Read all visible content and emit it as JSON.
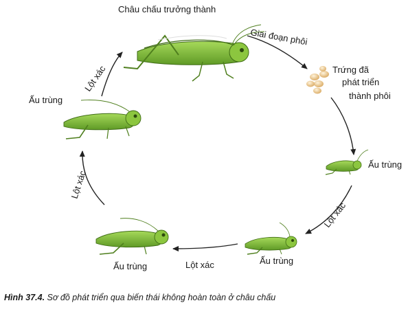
{
  "labels": {
    "adult": "Châu chấu trưởng thành",
    "embryo_stage": "Giai đoạn phôi",
    "eggs_line1": "Trứng đã",
    "eggs_line2": "phát triển",
    "eggs_line3": "thành phôi",
    "nymph1": "Ấu trùng",
    "molt1": "Lột xác",
    "nymph2": "Ấu trùng",
    "molt2": "Lột xác",
    "nymph3": "Ấu trùng",
    "molt3": "Lột xác",
    "nymph4": "Ấu trùng",
    "molt4": "Lột xác"
  },
  "caption": {
    "label": "Hình 37.4.",
    "text": "Sơ đồ phát triển qua biến thái không hoàn toàn ở  châu chấu"
  },
  "colors": {
    "grasshopper_body": "#8cc63f",
    "grasshopper_dark": "#4f7f1e",
    "egg": "#e8c890",
    "arrow": "#222222"
  }
}
